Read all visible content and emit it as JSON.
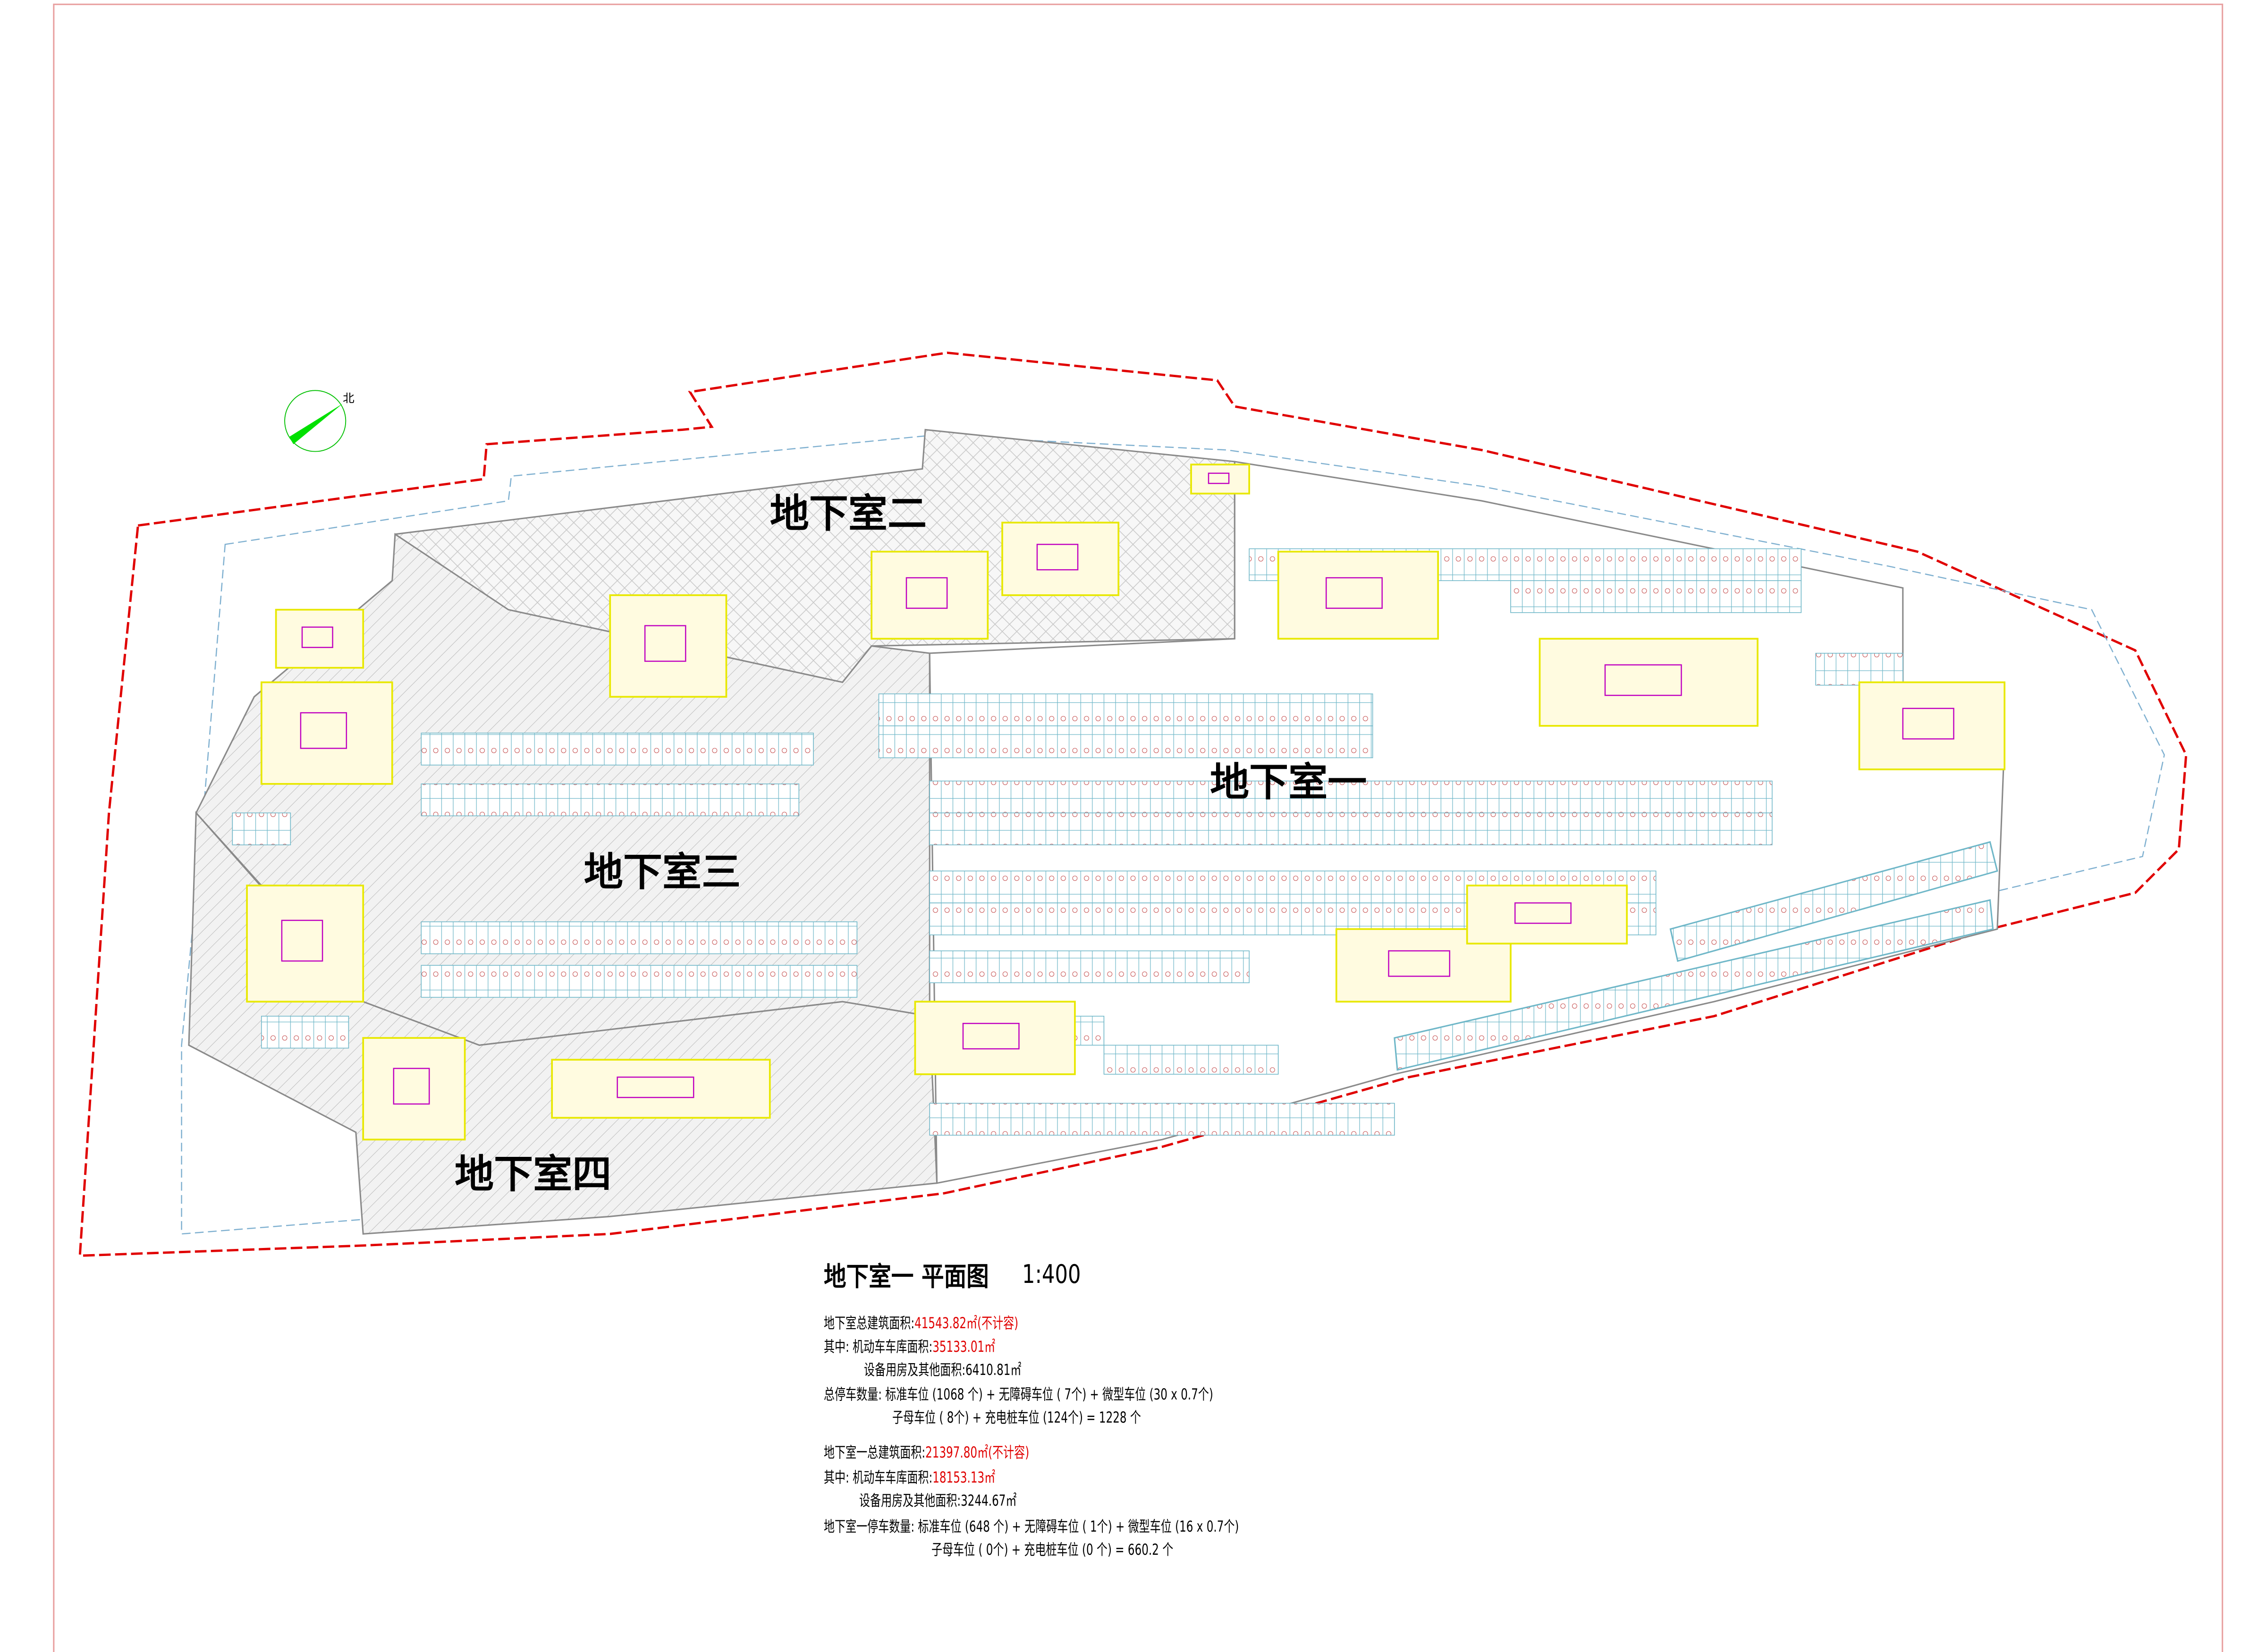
{
  "plan": {
    "zones": [
      "地下室一",
      "地下室二",
      "地下室三",
      "地下室四"
    ],
    "north_label": "北",
    "colors": {
      "boundary": "#e00000",
      "outline": "#8a8a8a",
      "stall": "#6fb7c8",
      "wall": "#e8e800",
      "green": "#00c000",
      "magenta": "#c000c0"
    }
  },
  "legend": {
    "title": "地下室一 平面图",
    "scale": "1:400",
    "total": {
      "area_label": "地下室总建筑面积:",
      "area_value": "41543.82㎡(不计容)",
      "garage_label": "其中: 机动车车库面积:",
      "garage_value": "35133.01㎡",
      "equipment": "设备用房及其他面积:6410.81㎡",
      "parking_line1": "总停车数量: 标准车位 (1068 个) + 无障碍车位 ( 7个) + 微型车位 (30 x 0.7个)",
      "parking_line2": "子母车位 ( 8个) + 充电桩车位 (124个) = 1228 个"
    },
    "b1": {
      "area_label": "地下室一总建筑面积:",
      "area_value": "21397.80㎡(不计容)",
      "garage_label": "其中: 机动车车库面积:",
      "garage_value": "18153.13㎡",
      "equipment": "设备用房及其他面积:3244.67㎡",
      "parking_line1": "地下室一停车数量: 标准车位 (648 个) + 无障碍车位 ( 1个) + 微型车位 (16 x 0.7个)",
      "parking_line2": "子母车位 ( 0个) + 充电桩车位 (0 个) = 660.2 个"
    }
  }
}
